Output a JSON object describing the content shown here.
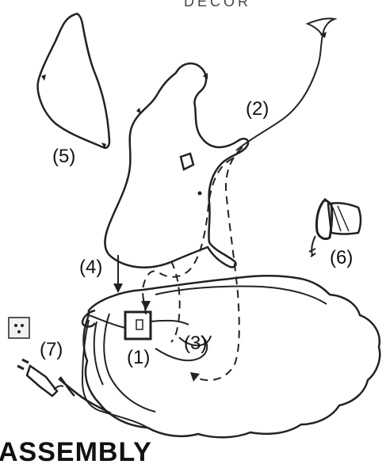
{
  "header": {
    "text": "DECOR"
  },
  "callouts": {
    "c1": "(1)",
    "c2": "(2)",
    "c3": "(3)",
    "c4": "(4)",
    "c5": "(5)",
    "c6": "(6)",
    "c7": "(7)"
  },
  "footer": {
    "title": "ASSEMBLY"
  },
  "icons": {
    "outlet": "power-outlet-icon",
    "plug": "power-plug-icon",
    "lamp": "light-socket-icon",
    "arrow": "arrow-icon"
  }
}
